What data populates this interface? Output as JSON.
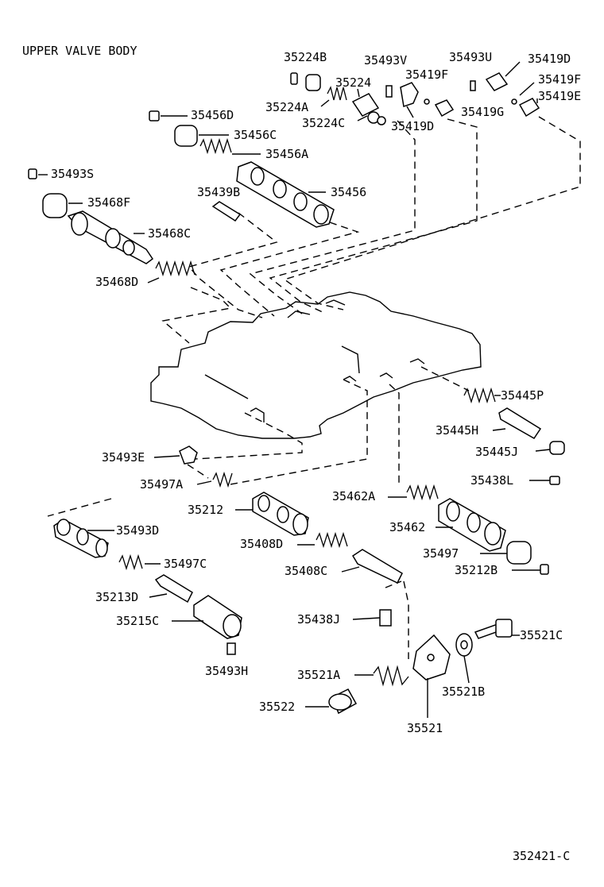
{
  "diagram": {
    "title": "UPPER VALVE BODY",
    "diagram_code": "352421-C",
    "parts": [
      {
        "id": "35224B",
        "label": "35224B"
      },
      {
        "id": "35493V",
        "label": "35493V"
      },
      {
        "id": "35493U",
        "label": "35493U"
      },
      {
        "id": "35419D_top",
        "label": "35419D"
      },
      {
        "id": "35419F_a",
        "label": "35419F"
      },
      {
        "id": "35224",
        "label": "35224"
      },
      {
        "id": "35419F_b",
        "label": "35419F"
      },
      {
        "id": "35419E",
        "label": "35419E"
      },
      {
        "id": "35224A",
        "label": "35224A"
      },
      {
        "id": "35419G",
        "label": "35419G"
      },
      {
        "id": "35224C",
        "label": "35224C"
      },
      {
        "id": "35419D_mid",
        "label": "35419D"
      },
      {
        "id": "35456D",
        "label": "35456D"
      },
      {
        "id": "35456C",
        "label": "35456C"
      },
      {
        "id": "35456A",
        "label": "35456A"
      },
      {
        "id": "35493S",
        "label": "35493S"
      },
      {
        "id": "35439B",
        "label": "35439B"
      },
      {
        "id": "35456",
        "label": "35456"
      },
      {
        "id": "35468F",
        "label": "35468F"
      },
      {
        "id": "35468C",
        "label": "35468C"
      },
      {
        "id": "35468D",
        "label": "35468D"
      },
      {
        "id": "35445P",
        "label": "35445P"
      },
      {
        "id": "35445H",
        "label": "35445H"
      },
      {
        "id": "35445J",
        "label": "35445J"
      },
      {
        "id": "35438L",
        "label": "35438L"
      },
      {
        "id": "35462A",
        "label": "35462A"
      },
      {
        "id": "35493E",
        "label": "35493E"
      },
      {
        "id": "35497A",
        "label": "35497A"
      },
      {
        "id": "35462",
        "label": "35462"
      },
      {
        "id": "35212",
        "label": "35212"
      },
      {
        "id": "35497",
        "label": "35497"
      },
      {
        "id": "35408D",
        "label": "35408D"
      },
      {
        "id": "35497C",
        "label": "35497C"
      },
      {
        "id": "35212B",
        "label": "35212B"
      },
      {
        "id": "35408C",
        "label": "35408C"
      },
      {
        "id": "35493D",
        "label": "35493D"
      },
      {
        "id": "35213D",
        "label": "35213D"
      },
      {
        "id": "35215C",
        "label": "35215C"
      },
      {
        "id": "35438J",
        "label": "35438J"
      },
      {
        "id": "35521C",
        "label": "35521C"
      },
      {
        "id": "35493H",
        "label": "35493H"
      },
      {
        "id": "35521A",
        "label": "35521A"
      },
      {
        "id": "35521B",
        "label": "35521B"
      },
      {
        "id": "35522",
        "label": "35522"
      },
      {
        "id": "35521",
        "label": "35521"
      }
    ]
  }
}
